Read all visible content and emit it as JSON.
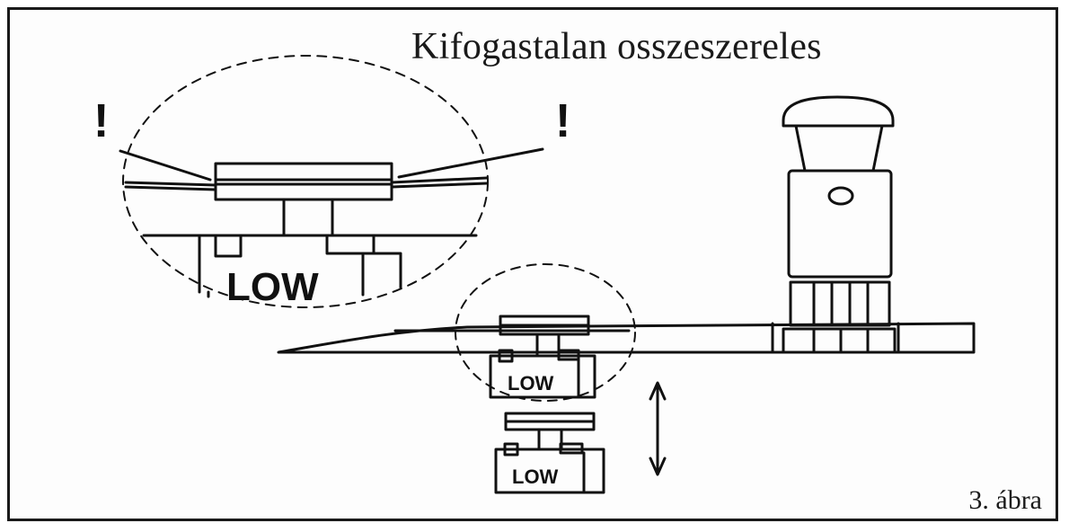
{
  "figure": {
    "title": "Kifogastalan osszeszereles",
    "caption": "3. ábra",
    "warning_left": "!",
    "warning_right": "!",
    "part_label": "LOW"
  },
  "colors": {
    "ink": "#111111",
    "background": "#fdfdfd",
    "frame": "#1a1a1a"
  }
}
